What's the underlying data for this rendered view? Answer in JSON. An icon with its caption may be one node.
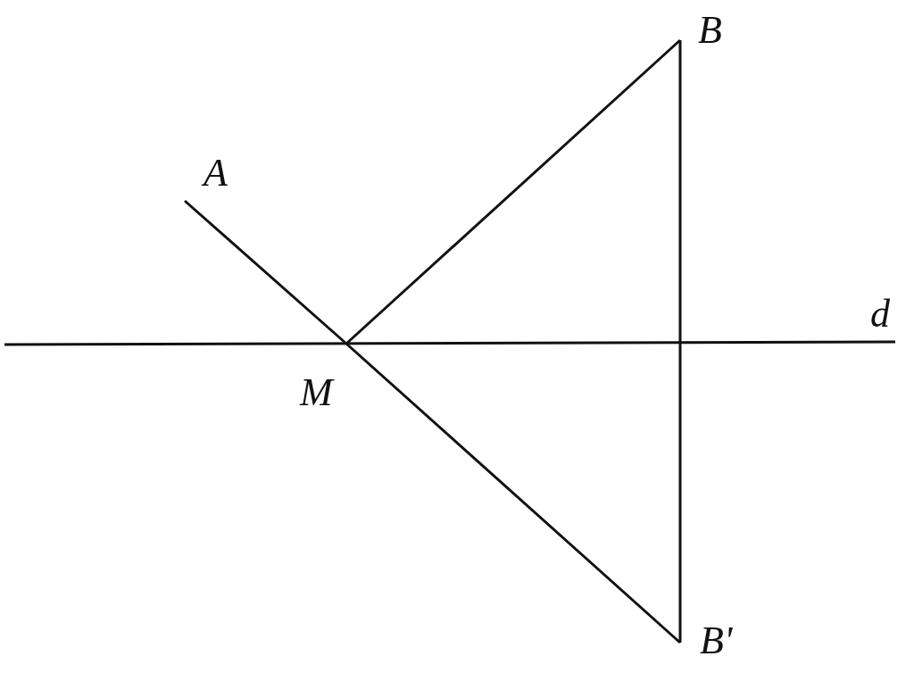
{
  "diagram": {
    "labels": [
      "B",
      "A",
      "d",
      "M",
      "B'"
    ]
  }
}
